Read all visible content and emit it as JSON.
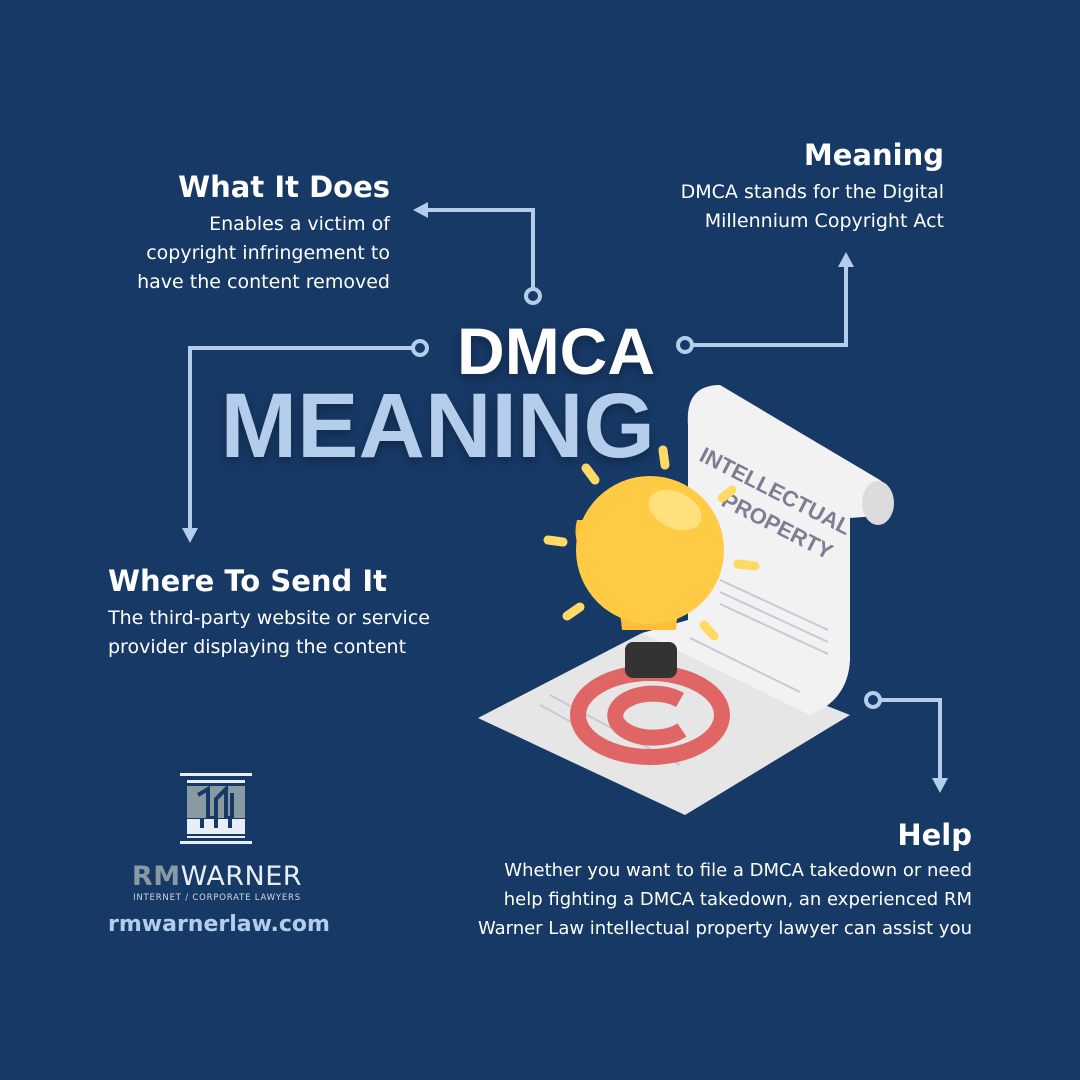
{
  "title": {
    "line1": "DMCA",
    "line2": "MEANING"
  },
  "sections": {
    "what_it_does": {
      "heading": "What It Does",
      "lines": [
        "Enables a victim of",
        "copyright infringement to",
        "have the content removed"
      ]
    },
    "meaning": {
      "heading": "Meaning",
      "lines": [
        "DMCA stands for the Digital",
        "Millennium Copyright Act"
      ]
    },
    "where_to_send": {
      "heading": "Where To Send It",
      "lines": [
        "The third-party website or service",
        "provider displaying the content"
      ]
    },
    "help": {
      "heading": "Help",
      "lines": [
        "Whether you want to file a DMCA takedown or need",
        "help fighting a DMCA takedown, an experienced RM",
        "Warner Law intellectual property lawyer can assist you"
      ]
    }
  },
  "illustration": {
    "doc_line1": "INTELLECTUAL",
    "doc_line2": "PROPERTY"
  },
  "logo": {
    "brand_rm": "RM",
    "brand_warner": "WARNER",
    "tagline": "INTERNET / CORPORATE LAWYERS",
    "website": "rmwarnerlaw.com"
  },
  "colors": {
    "background": "#173966",
    "accent": "#b3cdea",
    "bulb": "#ffcb45",
    "copyright": "#e06666"
  }
}
